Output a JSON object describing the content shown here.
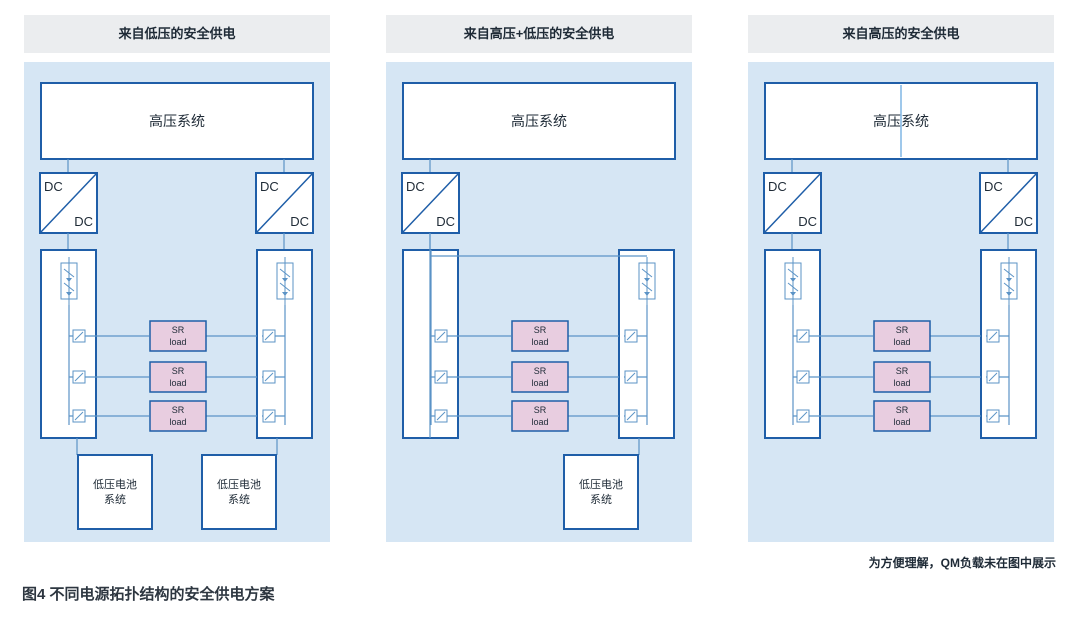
{
  "panels": [
    {
      "title": "来自低压的安全供电",
      "hv_label": "高压系统",
      "dc_top": "DC",
      "dc_bottom": "DC",
      "sr_top": "SR",
      "sr_bottom": "load",
      "battery_line1": "低压电池",
      "battery_line2": "系统"
    },
    {
      "title": "来自高压+低压的安全供电",
      "hv_label": "高压系统",
      "dc_top": "DC",
      "dc_bottom": "DC",
      "sr_top": "SR",
      "sr_bottom": "load",
      "battery_line1": "低压电池",
      "battery_line2": "系统"
    },
    {
      "title": "来自高压的安全供电",
      "hv_label": "高压系统",
      "dc_top": "DC",
      "dc_bottom": "DC",
      "sr_top": "SR",
      "sr_bottom": "load"
    }
  ],
  "note": {
    "prefix": "为方便理解，",
    "bold": "QM",
    "suffix": "负载未在图中展示"
  },
  "caption": "图4 不同电源拓扑结构的安全供电方案",
  "colors": {
    "panel_bg": "#d6e6f4",
    "title_bg": "#ebedef",
    "box_border": "#1f5ea8",
    "wire": "#5b93c6",
    "sr_fill": "#e8cde0",
    "text": "#1e2a36"
  }
}
